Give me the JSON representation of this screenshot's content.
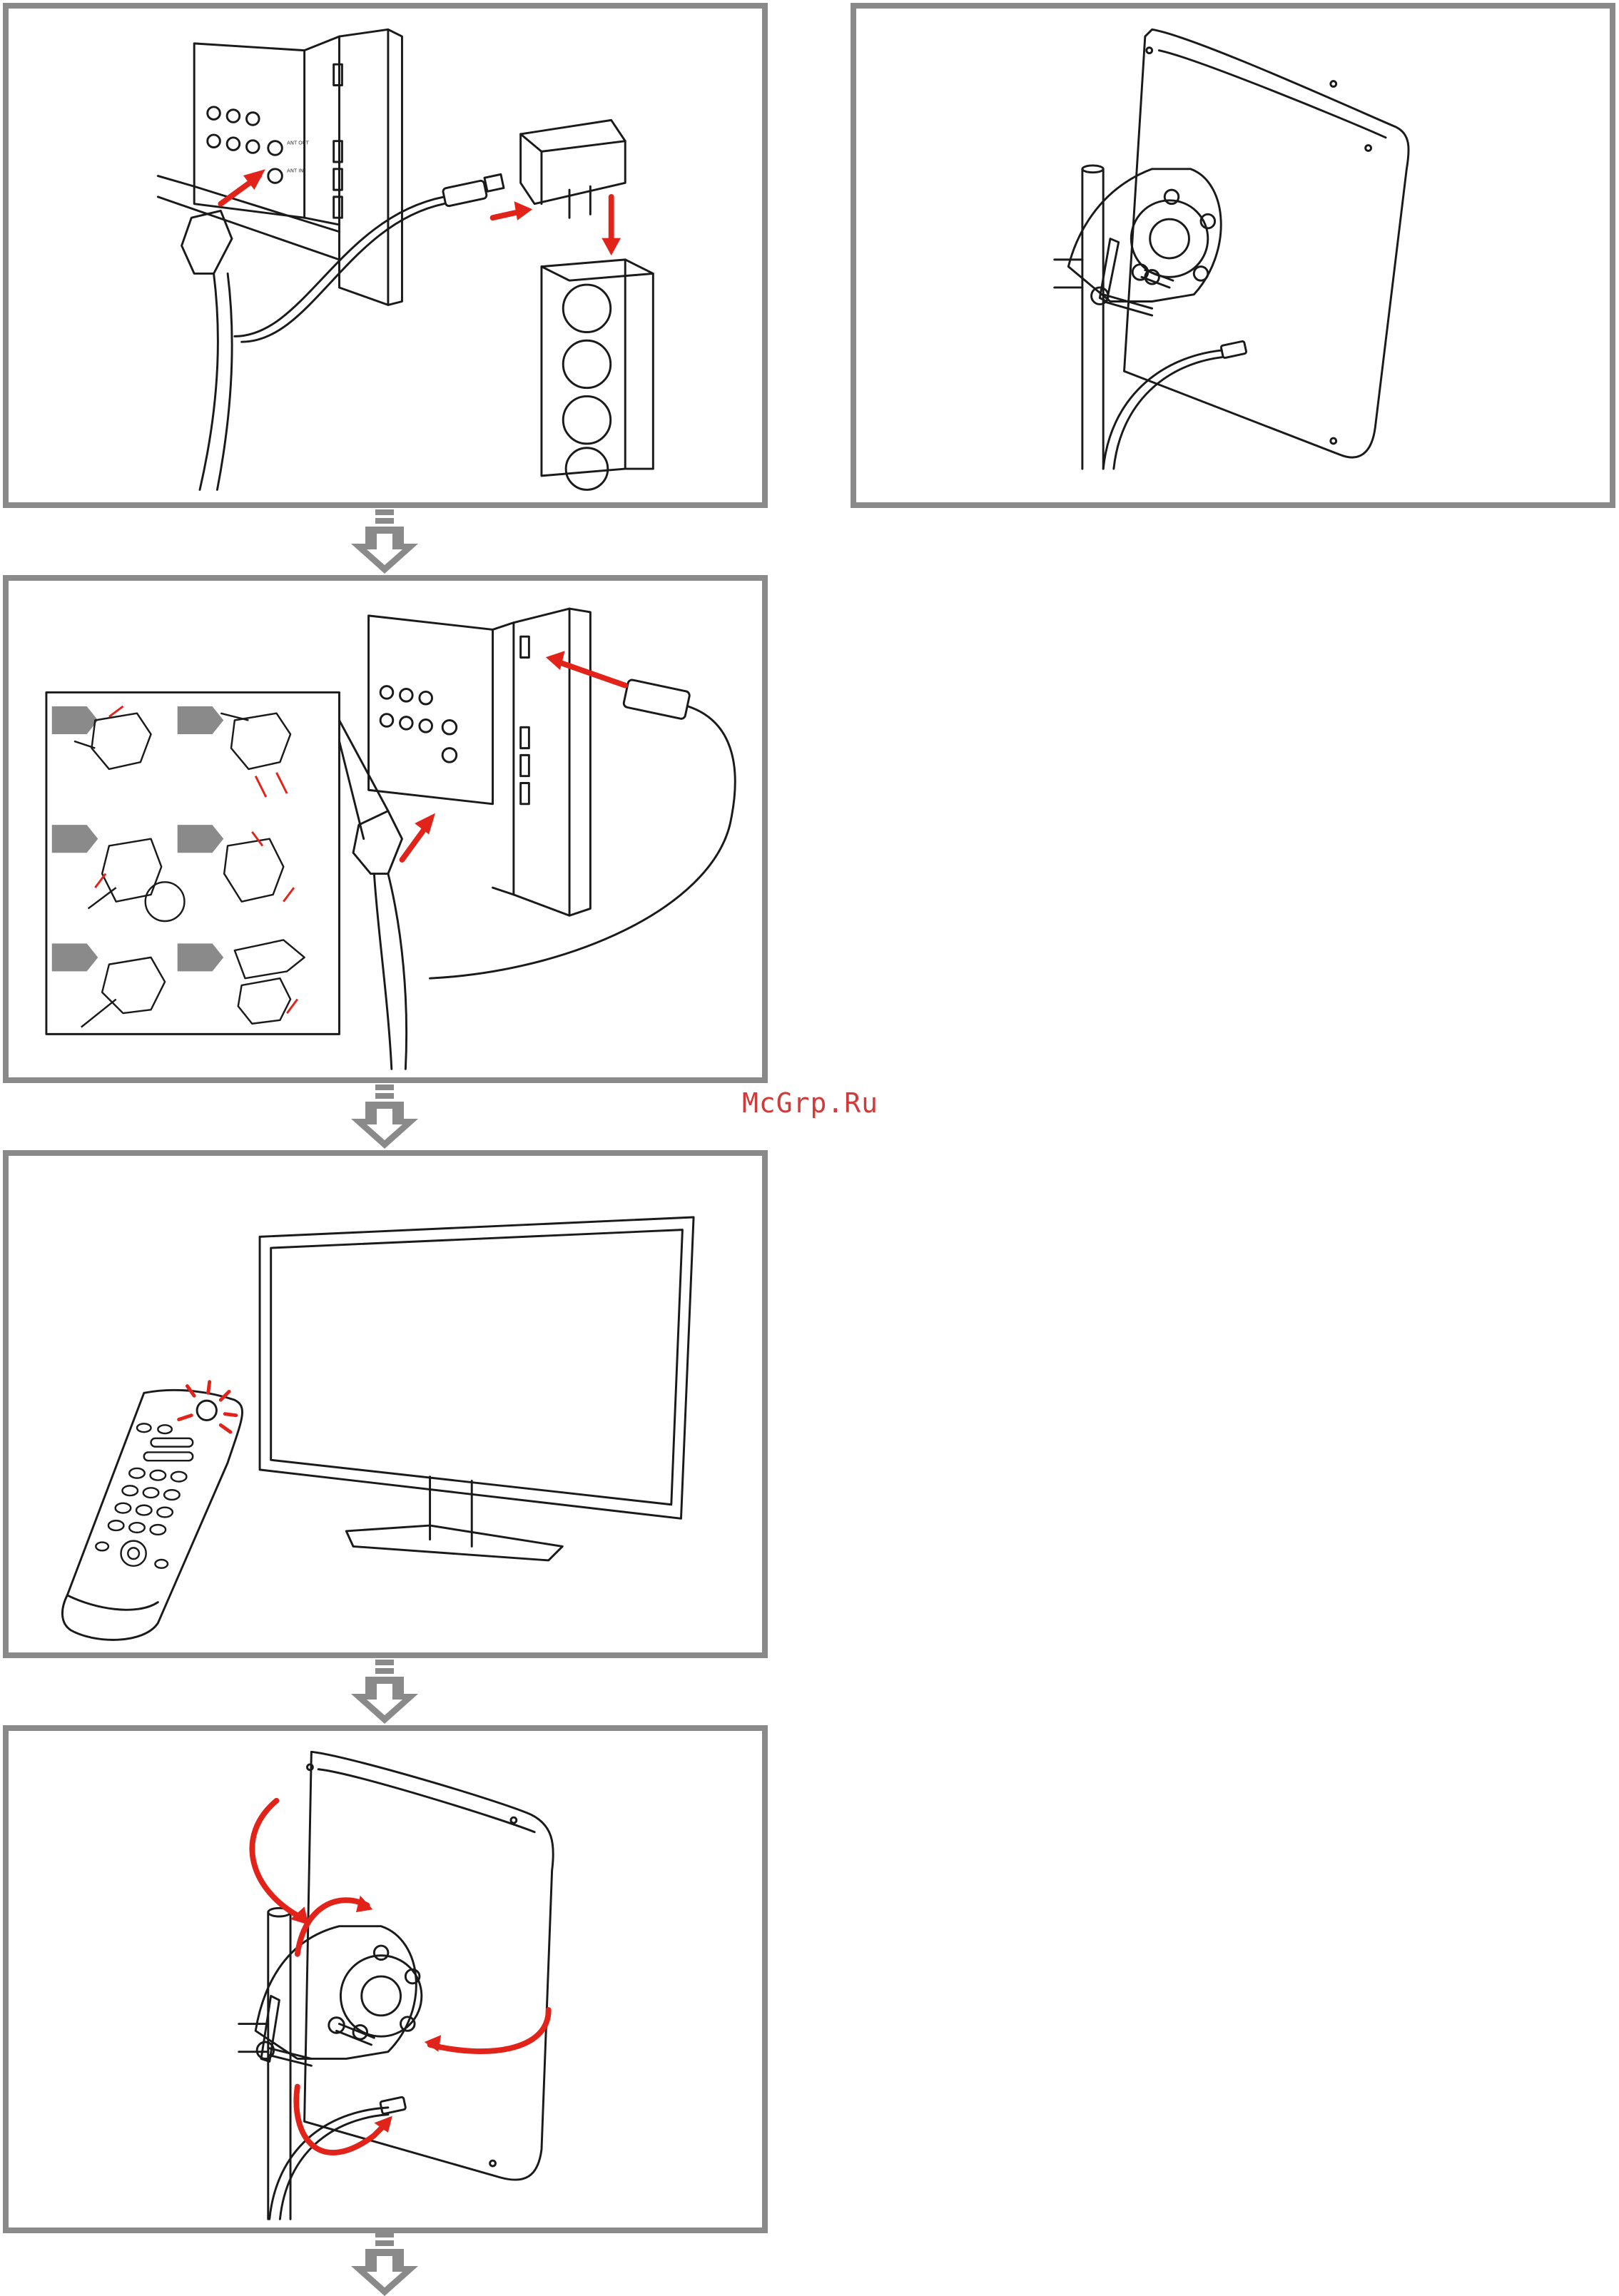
{
  "watermark": "McGrp.Ru",
  "colors": {
    "frame": "#8a8a8a",
    "accent": "#e2231a",
    "line": "#1a1a1a"
  },
  "tv_port_labels": {
    "ant_out": "ANT OUT",
    "ant_in": "ANT IN"
  },
  "step_flow_icon": "down-arrow-icon"
}
